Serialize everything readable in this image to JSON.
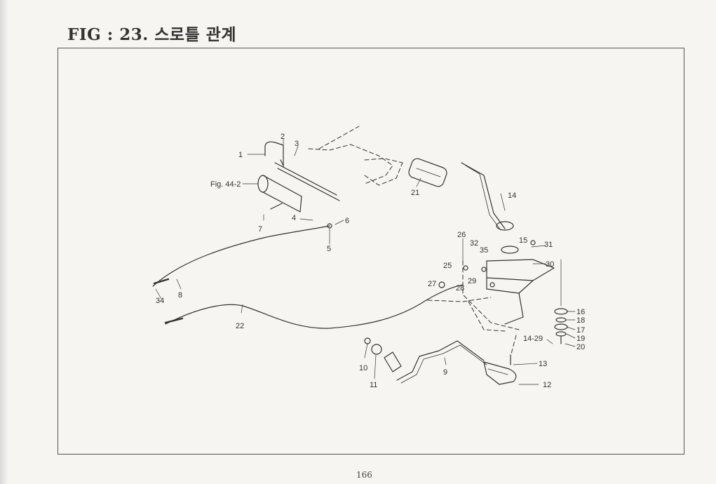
{
  "figure": {
    "title": "FIG : 23. 스로틀 관계",
    "page_number": "166",
    "ref_label": "Fig. 44-2"
  },
  "callouts": [
    {
      "id": "c1",
      "text": "1"
    },
    {
      "id": "c2",
      "text": "2"
    },
    {
      "id": "c3",
      "text": "3"
    },
    {
      "id": "c4",
      "text": "4"
    },
    {
      "id": "c5",
      "text": "5"
    },
    {
      "id": "c6",
      "text": "6"
    },
    {
      "id": "c7",
      "text": "7"
    },
    {
      "id": "c8",
      "text": "8"
    },
    {
      "id": "c9",
      "text": "9"
    },
    {
      "id": "c10",
      "text": "10"
    },
    {
      "id": "c11",
      "text": "11"
    },
    {
      "id": "c12",
      "text": "12"
    },
    {
      "id": "c13",
      "text": "13"
    },
    {
      "id": "c14",
      "text": "14"
    },
    {
      "id": "c15",
      "text": "15"
    },
    {
      "id": "c16",
      "text": "16"
    },
    {
      "id": "c17",
      "text": "17"
    },
    {
      "id": "c18",
      "text": "18"
    },
    {
      "id": "c19",
      "text": "19"
    },
    {
      "id": "c20",
      "text": "20"
    },
    {
      "id": "c21",
      "text": "21"
    },
    {
      "id": "c22",
      "text": "22"
    },
    {
      "id": "c25",
      "text": "25"
    },
    {
      "id": "c26",
      "text": "26"
    },
    {
      "id": "c27",
      "text": "27"
    },
    {
      "id": "c28",
      "text": "28"
    },
    {
      "id": "c29",
      "text": "29"
    },
    {
      "id": "c30",
      "text": "30"
    },
    {
      "id": "c31",
      "text": "31"
    },
    {
      "id": "c32",
      "text": "32"
    },
    {
      "id": "c34",
      "text": "34"
    },
    {
      "id": "c35",
      "text": "35"
    },
    {
      "id": "c14_29",
      "text": "14-29"
    }
  ]
}
